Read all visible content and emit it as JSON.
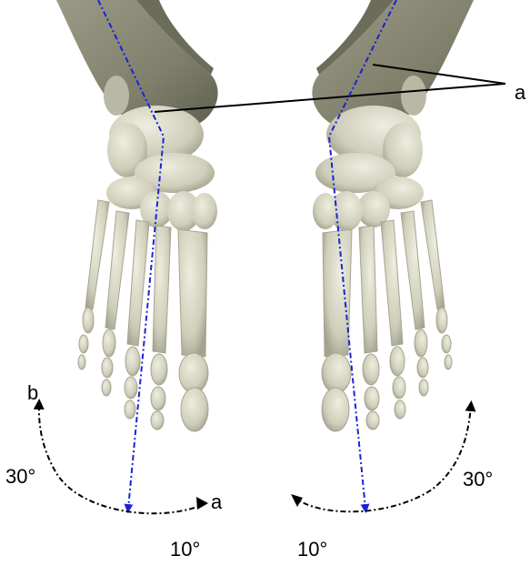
{
  "labels": {
    "a_top": "a",
    "b": "b",
    "a_bottom": "a",
    "angle_left_30": "30°",
    "angle_right_30": "30°",
    "angle_left_10": "10°",
    "angle_right_10": "10°"
  },
  "colors": {
    "bone_light": "#e4e2d6",
    "bone_mid": "#c9c8b6",
    "bone_shadow": "#a3a390",
    "leg_dark": "#8c8c78",
    "axis_line": "#1a22d8",
    "arc_line": "#000000"
  }
}
